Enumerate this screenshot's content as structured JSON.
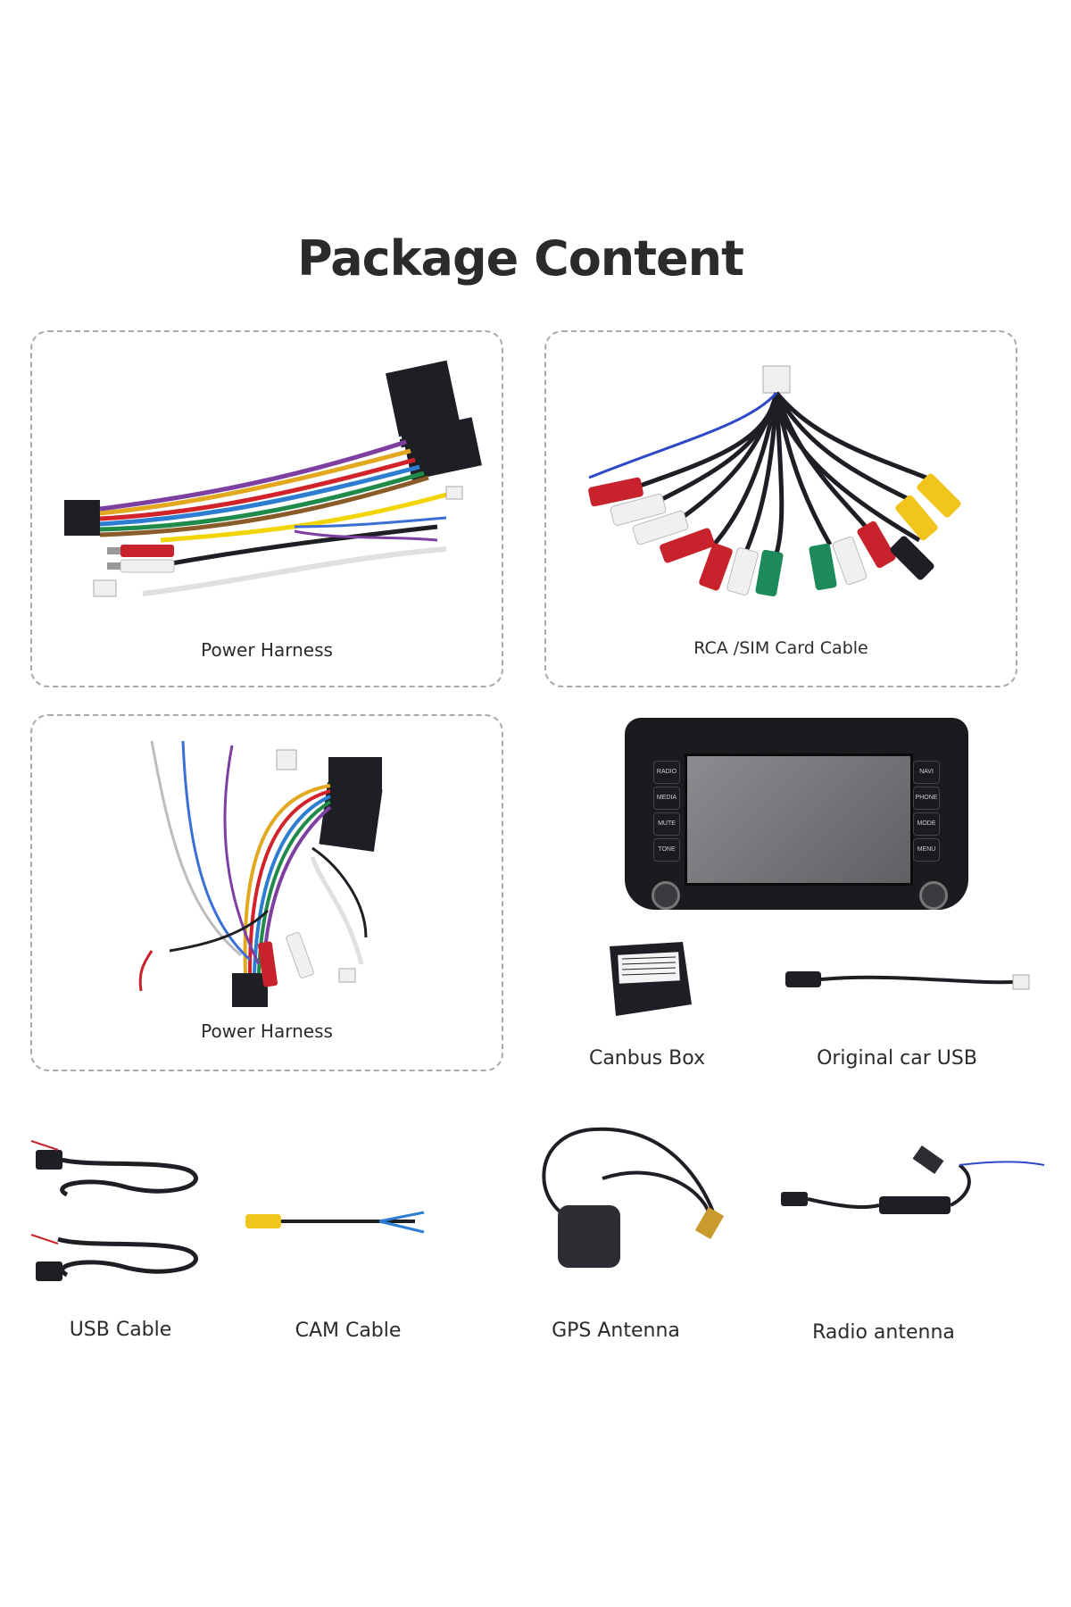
{
  "page_title": "Package Content",
  "items": [
    {
      "label": "Power Harness"
    },
    {
      "label": "RCA /SIM Card Cable"
    },
    {
      "label": "Power Harness"
    },
    {
      "label": "Canbus Box"
    },
    {
      "label": "Original car USB"
    },
    {
      "label": "USB Cable"
    },
    {
      "label": "CAM Cable"
    },
    {
      "label": "GPS Antenna"
    },
    {
      "label": "Radio antenna"
    }
  ],
  "head_unit_buttons": {
    "left": [
      "RADIO",
      "MEDIA",
      "MUTE",
      "TONE"
    ],
    "right": [
      "NAVI",
      "PHONE",
      "MODE",
      "MENU"
    ]
  },
  "colors": {
    "border": "#a9a9a9",
    "title": "#2b2b2b",
    "screen": "#6d6f72",
    "cable_dark": "#1d1f24",
    "rca_red": "#c8232c",
    "rca_white": "#f0f0f0",
    "rca_yellow": "#f2c51d",
    "rca_green": "#1c8a5a"
  }
}
